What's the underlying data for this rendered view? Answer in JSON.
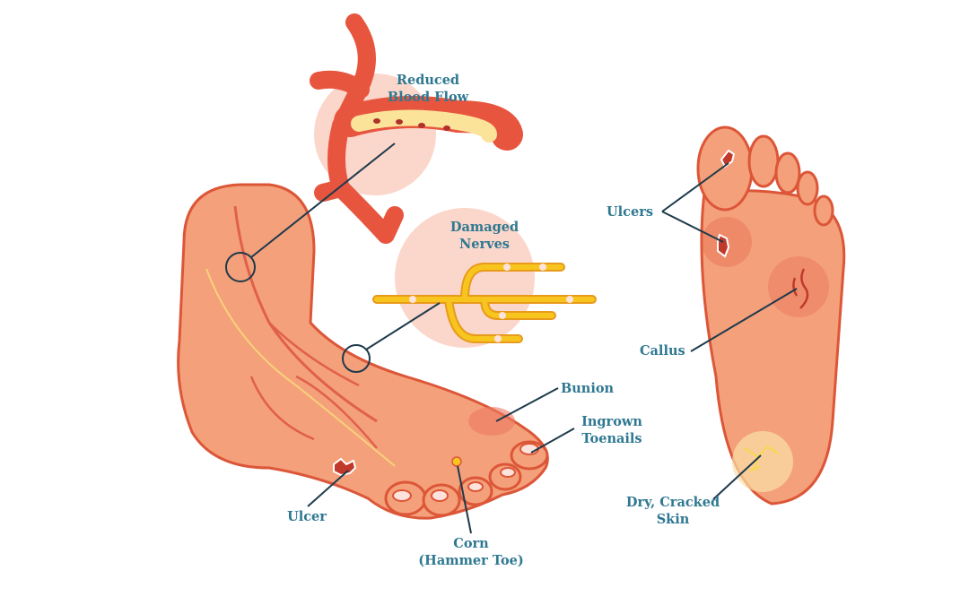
{
  "labels": {
    "reduced_blood_flow": [
      "Reduced",
      "Blood Flow"
    ],
    "damaged_nerves": [
      "Damaged",
      "Nerves"
    ],
    "bunion": "Bunion",
    "ingrown_toenails": [
      "Ingrown",
      "Toenails"
    ],
    "ulcer": "Ulcer",
    "corn": [
      "Corn",
      "(Hammer Toe)"
    ],
    "ulcers": "Ulcers",
    "callus": "Callus",
    "dry_cracked_skin": [
      "Dry, Cracked",
      "Skin"
    ]
  },
  "colors": {
    "skin": "#f4a07a",
    "outline": "#dc5638",
    "label": "#2f7891",
    "pointer": "#1e3a4c",
    "bubble": "#fbd6ca",
    "vessel": "#e8553f",
    "nerve": "#f7c51d"
  }
}
